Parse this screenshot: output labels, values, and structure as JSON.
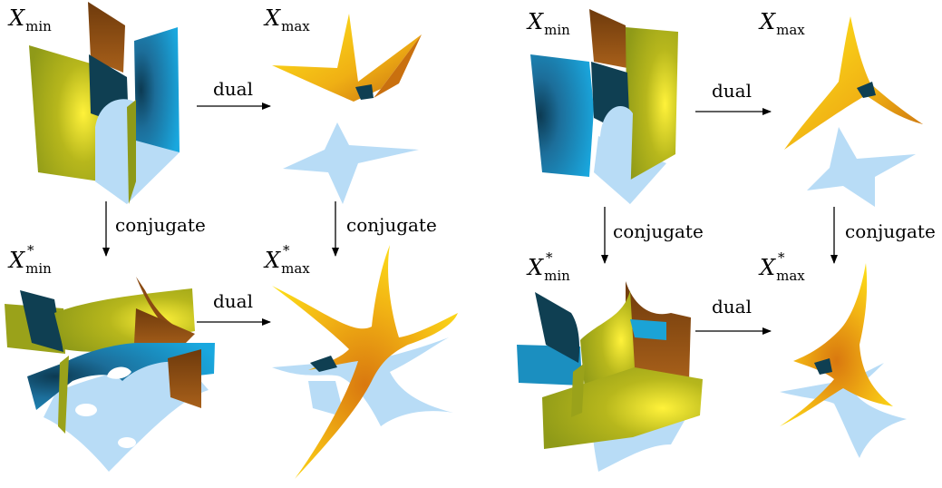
{
  "labels": {
    "x_min": {
      "var": "X",
      "sub": "min"
    },
    "x_max": {
      "var": "X",
      "sub": "max"
    },
    "x_min_star": {
      "var": "X",
      "sub": "min",
      "sup": "*"
    },
    "x_max_star": {
      "var": "X",
      "sub": "max",
      "sup": "*"
    }
  },
  "arrows": {
    "dual": "dual",
    "conjugate": "conjugate"
  },
  "colors": {
    "olive": "#9aa21a",
    "yellow": "#ffe41a",
    "blue": "#1ba3d6",
    "dark_teal": "#0f3f52",
    "brown": "#8a4a12",
    "orange": "#e39a16",
    "light_blue": "#b8dcf6"
  }
}
